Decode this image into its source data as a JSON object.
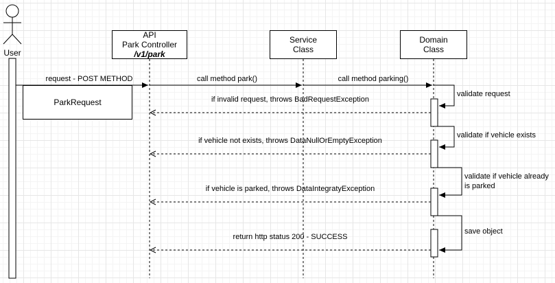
{
  "actor": {
    "label": "User"
  },
  "participants": {
    "controller": {
      "line1": "API",
      "line2": "Park Controller",
      "path": "/v1/park"
    },
    "service": {
      "line1": "Service",
      "line2": "Class"
    },
    "domain": {
      "line1": "Domain",
      "line2": "Class"
    }
  },
  "request_box": {
    "label": "ParkRequest"
  },
  "messages": {
    "request": "request - POST METHOD",
    "call_park": "call method park()",
    "call_parking": "call method parking()",
    "invalid_request": "if invalid request, throws BadRequestException",
    "vehicle_not_exists": "if vehicle not exists, throws DataNullOrEmptyException",
    "vehicle_parked": "if vehicle is parked, throws DataIntegratyException",
    "success": "return http status 200 - SUCCESS"
  },
  "self_calls": {
    "validate_request": "validate request",
    "validate_exists": "validate if vehicle exists",
    "validate_parked": "validate if vehicle already is parked",
    "save": "save object"
  }
}
